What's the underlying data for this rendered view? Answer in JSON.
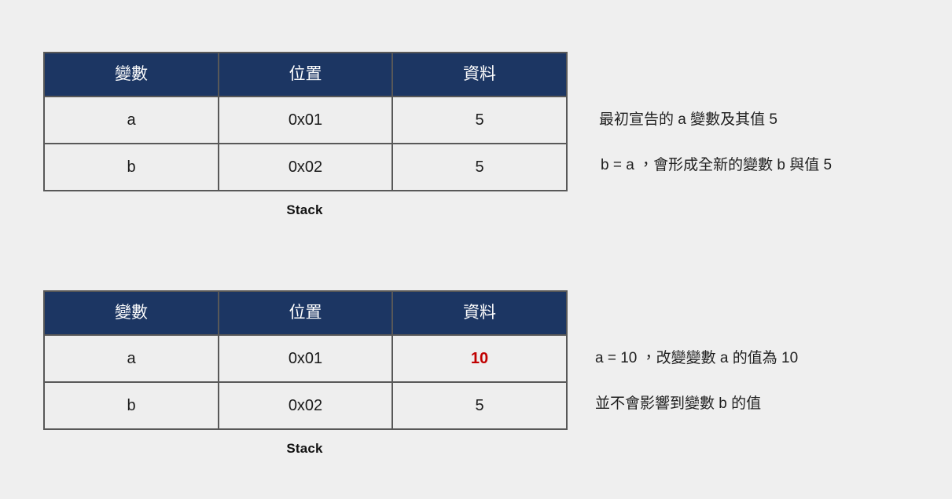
{
  "page": {
    "background_color": "#efefef",
    "text_color": "#1a1a1a"
  },
  "theme": {
    "header_bg": "#1c3663",
    "header_fg": "#ffffff",
    "cell_bg": "#eeeeee",
    "border_color": "#585858",
    "highlight_color": "#c00000"
  },
  "blocks": [
    {
      "id": "stack-before",
      "table": {
        "columns": [
          "變數",
          "位置",
          "資料"
        ],
        "rows": [
          {
            "variable": "a",
            "address": "0x01",
            "value": "5",
            "highlight": false
          },
          {
            "variable": "b",
            "address": "0x02",
            "value": "5",
            "highlight": false
          }
        ]
      },
      "caption": "Stack",
      "notes": [
        "最初宣告的 a 變數及其值 5",
        "b = a ，會形成全新的變數 b 與值 5"
      ]
    },
    {
      "id": "stack-after",
      "table": {
        "columns": [
          "變數",
          "位置",
          "資料"
        ],
        "rows": [
          {
            "variable": "a",
            "address": "0x01",
            "value": "10",
            "highlight": true
          },
          {
            "variable": "b",
            "address": "0x02",
            "value": "5",
            "highlight": false
          }
        ]
      },
      "caption": "Stack",
      "notes": [
        "a = 10 ，改變變數 a 的值為 10",
        "並不會影響到變數 b 的值"
      ]
    }
  ]
}
